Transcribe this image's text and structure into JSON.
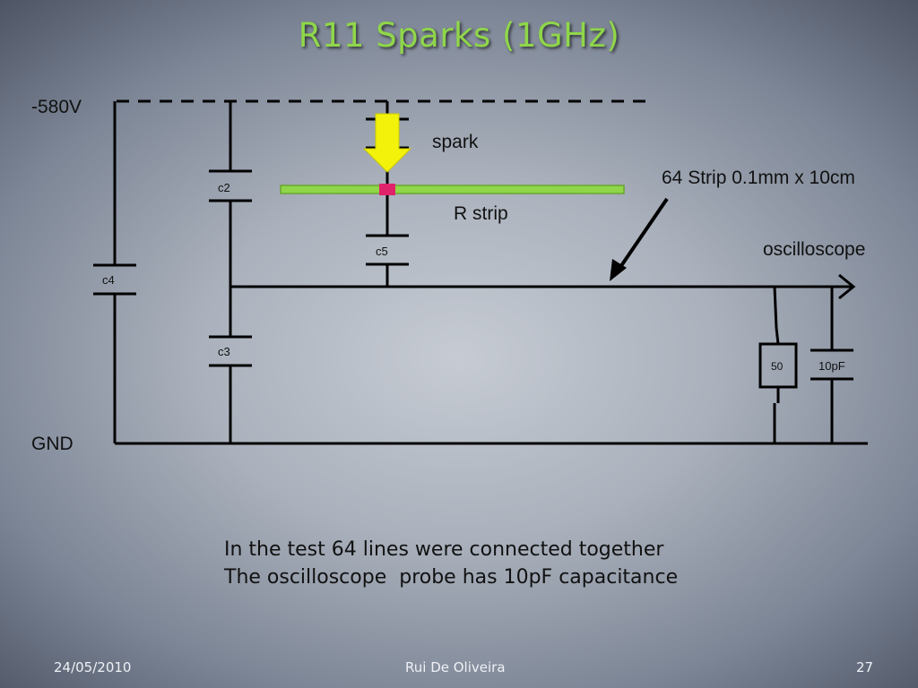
{
  "slide": {
    "title": "R11 Sparks (1GHz)",
    "body_lines": [
      "In the test 64 lines were connected together",
      "The oscilloscope  probe has 10pF capacitance"
    ],
    "footer": {
      "date": "24/05/2010",
      "author": "Rui De Oliveira",
      "page": "27"
    }
  },
  "diagram": {
    "labels": {
      "voltage": "-580V",
      "ground": "GND",
      "spark": "spark",
      "strip_spec": "64 Strip 0.1mm x 10cm",
      "r_strip": "R strip",
      "oscilloscope": "oscilloscope"
    },
    "components": {
      "c2": "c2",
      "c3": "c3",
      "c4": "c4",
      "c5": "c5",
      "resistor": "50",
      "probe_cap": "10pF"
    },
    "colors": {
      "title": "#8fd64a",
      "strip": "#8fd64a",
      "spark_arrow": "#f2f20a",
      "spark_point": "#e0226a",
      "wire": "#000000"
    }
  }
}
